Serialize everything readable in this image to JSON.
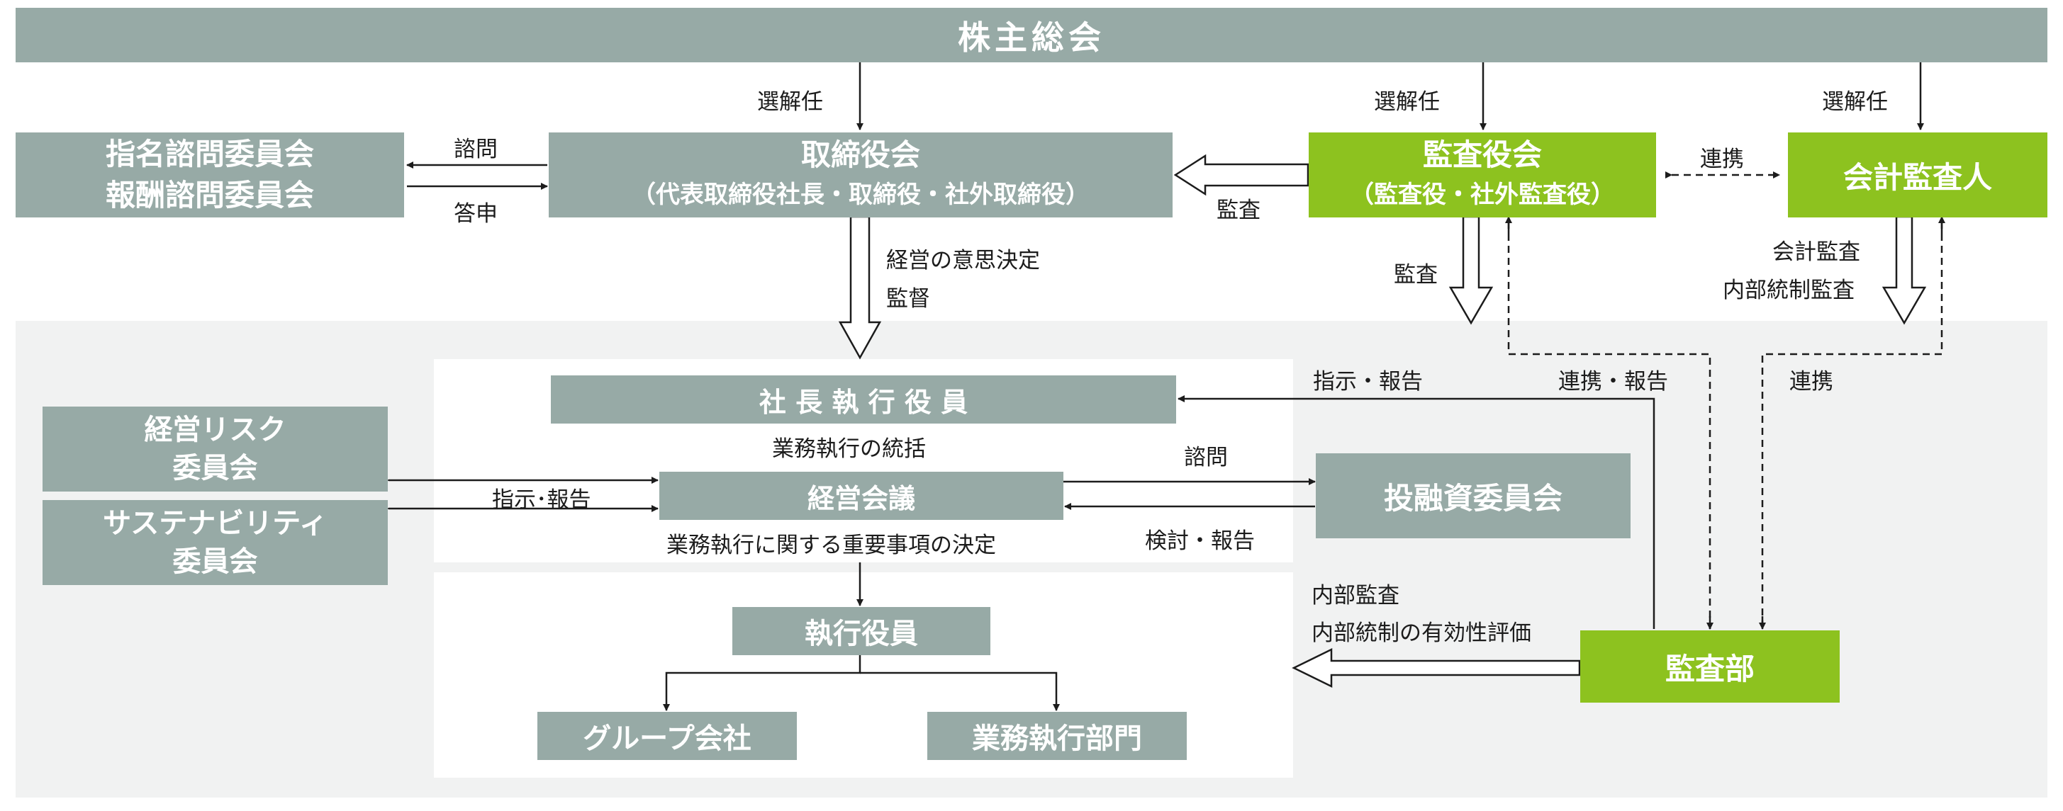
{
  "nodes": {
    "general_meeting": "株主総会",
    "nomination_committee": [
      "指名諮問委員会",
      "報酬諮問委員会"
    ],
    "board": {
      "title": "取締役会",
      "sub": "（代表取締役社長・取締役・社外取締役）"
    },
    "audit_board": {
      "title": "監査役会",
      "sub": "（監査役・社外監査役）"
    },
    "accounting_auditor": "会計監査人",
    "president": "社 長 執 行 役 員",
    "management_risk": [
      "経営リスク",
      "委員会"
    ],
    "sustainability": [
      "サステナビリティ",
      "委員会"
    ],
    "management_meeting": "経営会議",
    "investment_committee": "投融資委員会",
    "executive_officers": "執行役員",
    "group_companies": "グループ会社",
    "business_divisions": "業務執行部門",
    "audit_dept": "監査部"
  },
  "labels": {
    "elect_board": "選解任",
    "elect_audit": "選解任",
    "elect_accountant": "選解任",
    "consult_committee": "諮問",
    "report_committee": "答申",
    "audit_to_board": "監査",
    "cooperation_top": "連携",
    "decision": "経営の意思決定",
    "supervision": "監督",
    "audit_down": "監査",
    "accounting_audit": "会計監査",
    "internal_control_audit": "内部統制監査",
    "instruct_report_president": "指示・報告",
    "cooperation_report": "連携・報告",
    "cooperation_right": "連携",
    "president_role": "業務執行の統括",
    "consult_investment": "諮問",
    "instruct_report_left": "指示･報告",
    "review_report": "検討・報告",
    "meeting_role": "業務執行に関する重要事項の決定",
    "internal_audit": "内部監査",
    "internal_control_eval": "内部統制の有効性評価"
  },
  "colors": {
    "gray_box": "#97aaa6",
    "green_box": "#8dc21f",
    "panel_bg": "#f1f2f2",
    "line": "#1c1c1c"
  }
}
